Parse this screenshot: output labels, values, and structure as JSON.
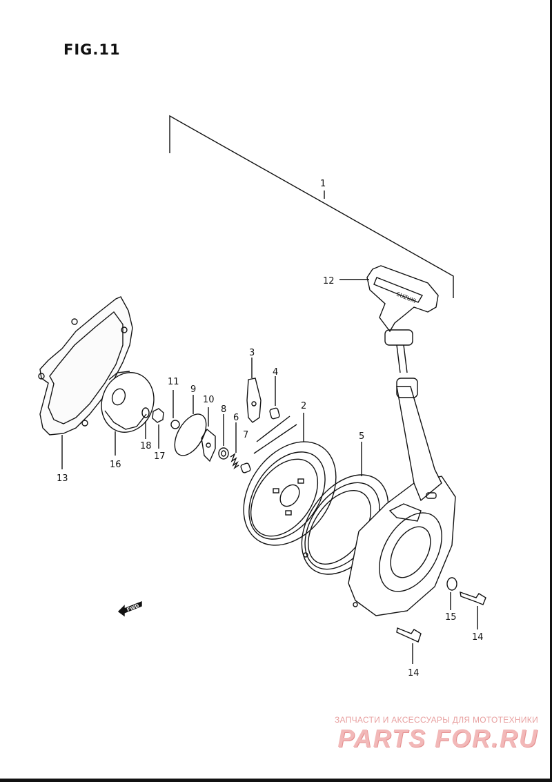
{
  "figure": {
    "title": "FIG.11"
  },
  "callouts": [
    "1",
    "2",
    "3",
    "4",
    "5",
    "6",
    "7",
    "8",
    "9",
    "10",
    "11",
    "12",
    "13",
    "14",
    "14",
    "15",
    "16",
    "17",
    "18"
  ],
  "handle_text": "SUZUKI",
  "fwd_text": "FWD",
  "watermark": {
    "subtitle": "ЗАПЧАСТИ И АКСЕССУАРЫ ДЛЯ МОТОТЕХНИКИ",
    "brand": "PARTS FOR.RU"
  },
  "colors": {
    "line": "#111111",
    "watermark": "#f2b8b8"
  }
}
